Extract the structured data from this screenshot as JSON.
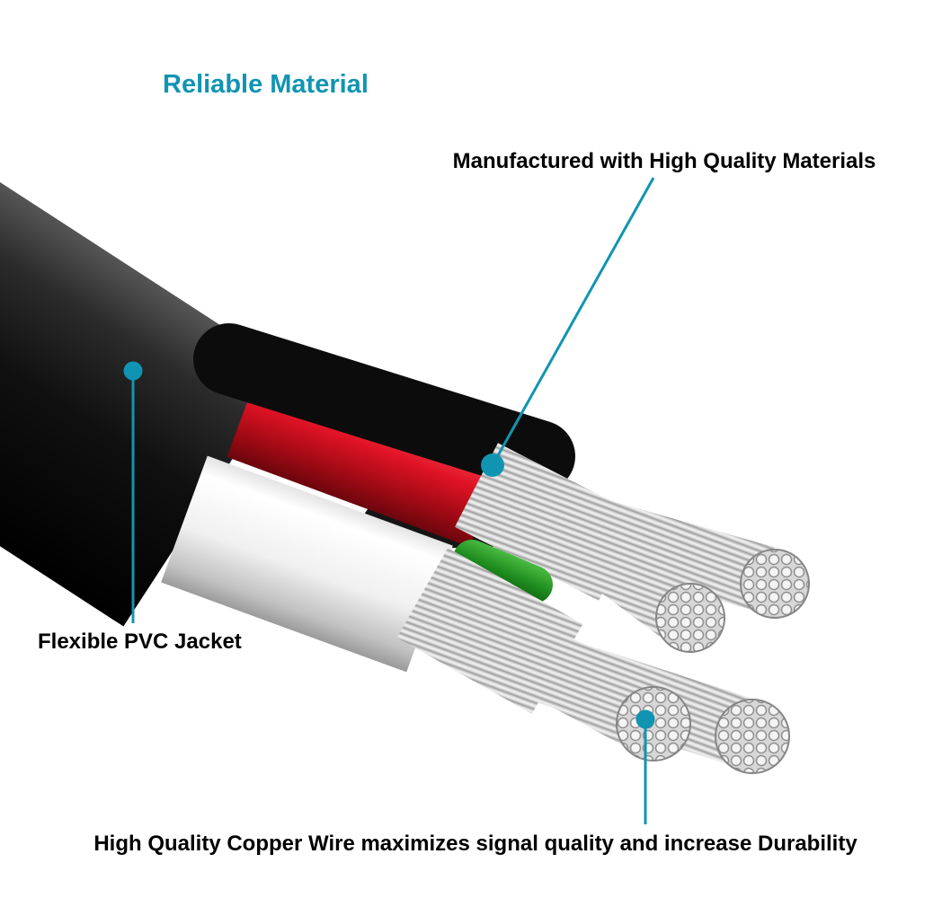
{
  "colors": {
    "accent": "#1194b2",
    "jacket": "#111111",
    "wire_red": "#e01325",
    "wire_white": "#f2f2f2",
    "wire_green": "#1f8c1f",
    "strand_silver": "#c9c9c9",
    "background": "#ffffff",
    "label_text": "#000000"
  },
  "title": {
    "text": "Reliable Material"
  },
  "callouts": [
    {
      "id": "materials",
      "label": "Manufactured with High Quality Materials"
    },
    {
      "id": "pvc-jacket",
      "label": "Flexible PVC Jacket"
    },
    {
      "id": "copper-wire",
      "label": "High Quality Copper Wire maximizes signal quality and increase Durability"
    }
  ]
}
